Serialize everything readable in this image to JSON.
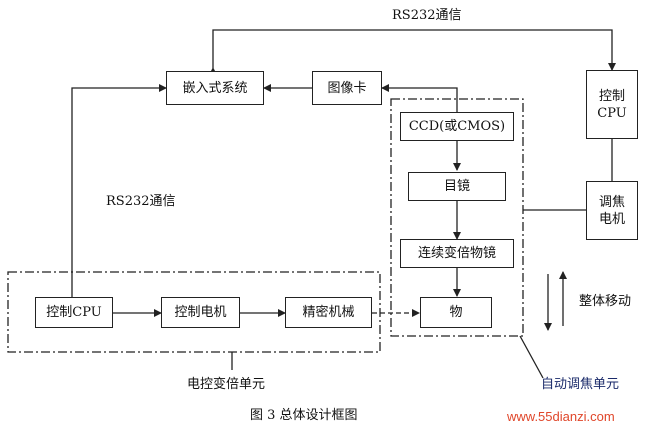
{
  "rs232_top": "RS232通信",
  "rs232_left": "RS232通信",
  "boxes": {
    "embedded": "嵌入式系统",
    "image_card": "图像卡",
    "ccd": "CCD(或CMOS)",
    "eyepiece": "目镜",
    "zoom_lens": "连续变倍物镜",
    "object": "物",
    "control_cpu_right": "控制CPU",
    "focus_motor": "调焦电机",
    "control_cpu_left": "控制CPU",
    "control_motor": "控制电机",
    "precision_mech": "精密机械"
  },
  "labels": {
    "overall_move": "整体移动",
    "zoom_unit": "电控变倍单元",
    "autofocus_unit": "自动调焦单元",
    "caption": "图 3   总体设计框图"
  },
  "watermark": "www.55dianzi.com"
}
